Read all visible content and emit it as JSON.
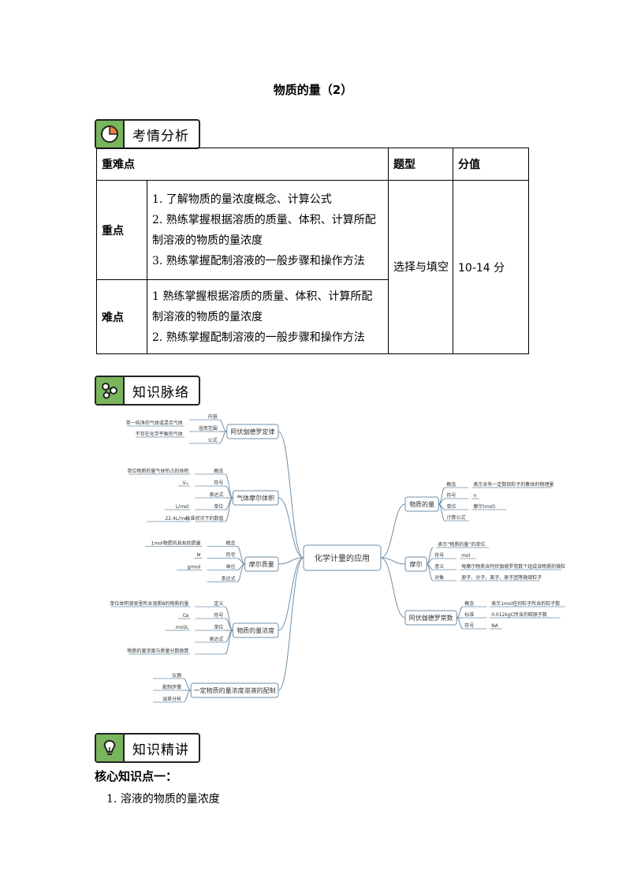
{
  "title": "物质的量（2）",
  "sections": {
    "analysis": "考情分析",
    "knowledge_map": "知识脉络",
    "knowledge_lecture": "知识精讲"
  },
  "table": {
    "headers": [
      "重难点",
      "题型",
      "分值"
    ],
    "rows": [
      {
        "label": "重点",
        "lines": [
          "1. 了解物质的量浓度概念、计算公式",
          "2. 熟练掌握根据溶质的质量、体积、计算所配制溶液的物质的量浓度",
          "3. 熟练掌握配制溶液的一般步骤和操作方法"
        ]
      },
      {
        "label": "难点",
        "lines": [
          "1 熟练掌握根据溶质的质量、体积、计算所配制溶液的物质的量浓度",
          "2. 熟练掌握配制溶液的一般步骤和操作方法"
        ]
      }
    ],
    "question_type": "选择与填空",
    "score": "10-14 分"
  },
  "mindmap": {
    "center": "化学计量的应用",
    "left": [
      {
        "label": "阿伏伽德罗定律",
        "children": [
          {
            "label": "内容",
            "detail": ""
          },
          {
            "label": "适用范围",
            "detail": [
              "单一纯净的气体或混合气体",
              "不存在化学平衡的气体"
            ]
          },
          {
            "label": "公式",
            "detail": ""
          }
        ]
      },
      {
        "label": "气体摩尔体积",
        "children": [
          {
            "label": "概念",
            "detail": "单位物质的量气体所占的体积"
          },
          {
            "label": "符号",
            "detail": "Vₘ"
          },
          {
            "label": "表达式",
            "detail": ""
          },
          {
            "label": "单位",
            "detail": "L/mol"
          },
          {
            "label": "标准状况下的数值",
            "detail": "22.4L/mol"
          }
        ]
      },
      {
        "label": "摩尔质量",
        "children": [
          {
            "label": "概念",
            "detail": "1mol物质所具有的质量"
          },
          {
            "label": "符号",
            "detail": "M"
          },
          {
            "label": "单位",
            "detail": "g/mol"
          },
          {
            "label": "表达式",
            "detail": ""
          }
        ]
      },
      {
        "label": "物质的量浓度",
        "children": [
          {
            "label": "定义",
            "detail": "单位体积溶液里所含溶质B的物质的量"
          },
          {
            "label": "符号",
            "detail": "Cʙ"
          },
          {
            "label": "单位",
            "detail": "mol/L"
          },
          {
            "label": "表达式",
            "detail": ""
          },
          {
            "label": "",
            "detail": "物质的量浓度与质量分数换算"
          }
        ]
      },
      {
        "label": "一定物质的量浓度溶液的配制",
        "children": [
          {
            "label": "仪器",
            "detail": ""
          },
          {
            "label": "配制步骤",
            "detail": ""
          },
          {
            "label": "误差分析",
            "detail": ""
          }
        ]
      }
    ],
    "right": [
      {
        "label": "物质的量",
        "children": [
          {
            "label": "概念",
            "detail": "表示含有一定数目粒子的集体的物理量"
          },
          {
            "label": "符号",
            "detail": "n"
          },
          {
            "label": "单位",
            "detail": "摩尔(mol)"
          },
          {
            "label": "计算公式",
            "detail": ""
          }
        ]
      },
      {
        "label": "摩尔",
        "children": [
          {
            "label": "",
            "detail": "表示“物质的量”的单位"
          },
          {
            "label": "符号",
            "detail": "mol"
          },
          {
            "label": "意义",
            "detail": "每摩尔物质含阿伏伽德罗常数个组成该物质的微粒"
          },
          {
            "label": "对象",
            "detail": "原子、分子、离子、原子团等微观粒子"
          }
        ]
      },
      {
        "label": "阿伏伽德罗常数",
        "children": [
          {
            "label": "概念",
            "detail": "表示1mol任何粒子所含的粒子数"
          },
          {
            "label": "标准",
            "detail": "0.012kgC所含的碳原子数"
          },
          {
            "label": "符号",
            "detail": "NA"
          }
        ]
      }
    ]
  },
  "core_point": "核心知识点一：",
  "item1": "1. 溶液的物质的量浓度",
  "colors": {
    "icon_green": "#79b55c",
    "mindmap_line": "#6f8fa8",
    "node_fill": "#ffffff"
  }
}
